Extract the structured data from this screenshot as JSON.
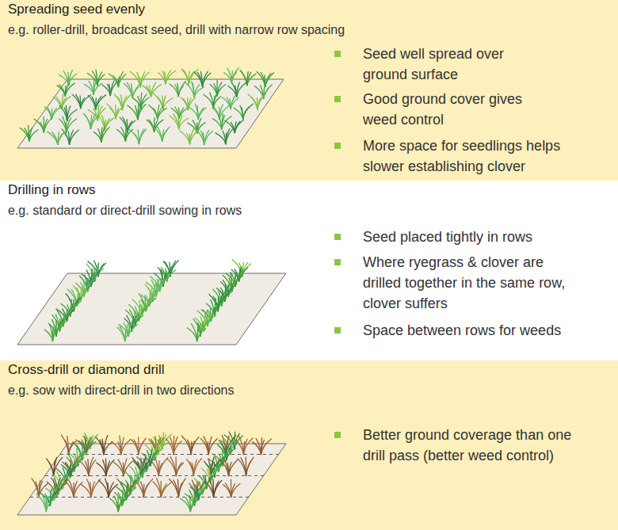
{
  "diagram": {
    "nodes": [
      {
        "text": [
          "Spreading seed evenly",
          "e.g. roller-drill, broadcast seed, drill with narrow row spacing",
          "Seed well spread over ground surface",
          "Good ground cover gives weed control",
          "More space for seedlings helps slower establishing clover"
        ]
      },
      {
        "text": [
          "Drilling in rows",
          "e.g. standard or direct-drill sowing in rows",
          "Seed placed tightly in rows",
          "Where ryegrass & clover are drilled together in the same row, clover suffers",
          "Space between rows for weeds"
        ]
      },
      {
        "text": [
          "Cross-drill or diamond drill",
          "e.g. sow with direct-drill in two directions",
          "Better ground coverage than one drill pass (better weed control)"
        ]
      }
    ]
  }
}
